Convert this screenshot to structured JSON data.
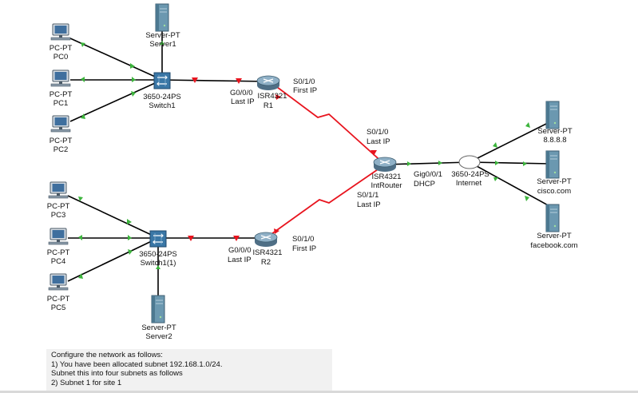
{
  "devices": {
    "pc0": {
      "type": "PC-PT",
      "name": "PC0"
    },
    "pc1": {
      "type": "PC-PT",
      "name": "PC1"
    },
    "pc2": {
      "type": "PC-PT",
      "name": "PC2"
    },
    "pc3": {
      "type": "PC-PT",
      "name": "PC3"
    },
    "pc4": {
      "type": "PC-PT",
      "name": "PC4"
    },
    "pc5": {
      "type": "PC-PT",
      "name": "PC5"
    },
    "server1": {
      "type": "Server-PT",
      "name": "Server1"
    },
    "server2": {
      "type": "Server-PT",
      "name": "Server2"
    },
    "switch1": {
      "type": "3650-24PS",
      "name": "Switch1"
    },
    "switch2": {
      "type": "3650-24PS",
      "name": "Switch1(1)"
    },
    "r1": {
      "type": "ISR4321",
      "name": "R1"
    },
    "r2": {
      "type": "ISR4321",
      "name": "R2"
    },
    "introuter": {
      "type": "ISR4321",
      "name": "IntRouter"
    },
    "internet": {
      "type": "3650-24PS",
      "name": "Internet"
    },
    "server_dns": {
      "type": "Server-PT",
      "name": "8.8.8.8"
    },
    "server_cisco": {
      "type": "Server-PT",
      "name": "cisco.com"
    },
    "server_facebook": {
      "type": "Server-PT",
      "name": "facebook.com"
    }
  },
  "interfaces": {
    "r1_g": {
      "port": "G0/0/0",
      "ip": "Last IP"
    },
    "r1_s": {
      "port": "S0/1/0",
      "ip": "First IP"
    },
    "r2_g": {
      "port": "G0/0/0",
      "ip": "Last IP"
    },
    "r2_s": {
      "port": "S0/1/0",
      "ip": "First IP"
    },
    "int_s0": {
      "port": "S0/1/0",
      "ip": "Last IP"
    },
    "int_s1": {
      "port": "S0/1/1",
      "ip": "Last IP"
    },
    "int_g": {
      "port": "Gig0/0/1",
      "ip": "DHCP"
    }
  },
  "colors": {
    "ethernet_link": "#000000",
    "serial_link": "#e8141e",
    "link_up": "#3cb43c",
    "link_down": "#e8141e",
    "router": "#6d8fa8",
    "switch": "#3a77a6",
    "pc_screen": "#3f6f9e",
    "server": "#5f8fa8"
  },
  "instructions": [
    "Configure the network as follows:",
    "1) You have been allocated subnet 192.168.1.0/24.",
    "Subnet this into four subnets as follows",
    "2) Subnet 1 for site 1"
  ]
}
